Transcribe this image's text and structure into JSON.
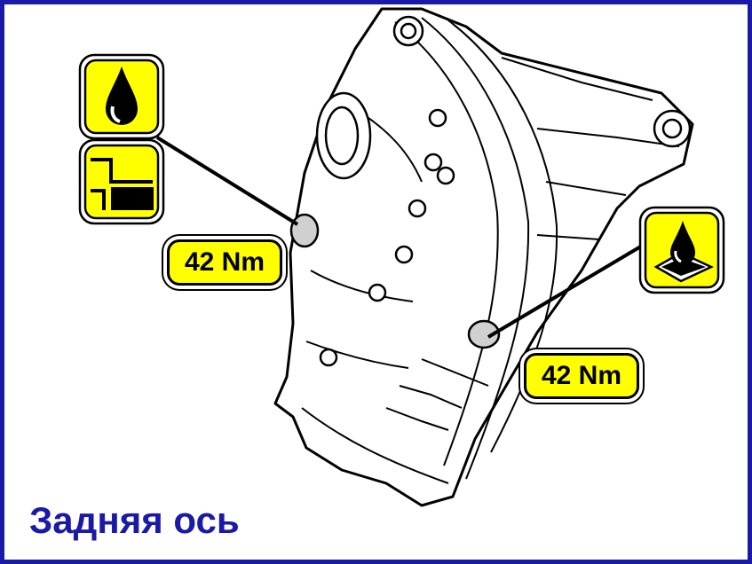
{
  "torque_fill": {
    "value": "42 Nm"
  },
  "torque_drain": {
    "value": "42 Nm"
  },
  "caption": "Задняя ось",
  "colors": {
    "frame": "#1a1aa8",
    "badge": "#ffff00",
    "caption": "#1a1aa8"
  },
  "icons": {
    "fill": [
      "oil-drop-icon",
      "fill-plug-icon"
    ],
    "drain": [
      "oil-drain-pan-icon"
    ]
  }
}
